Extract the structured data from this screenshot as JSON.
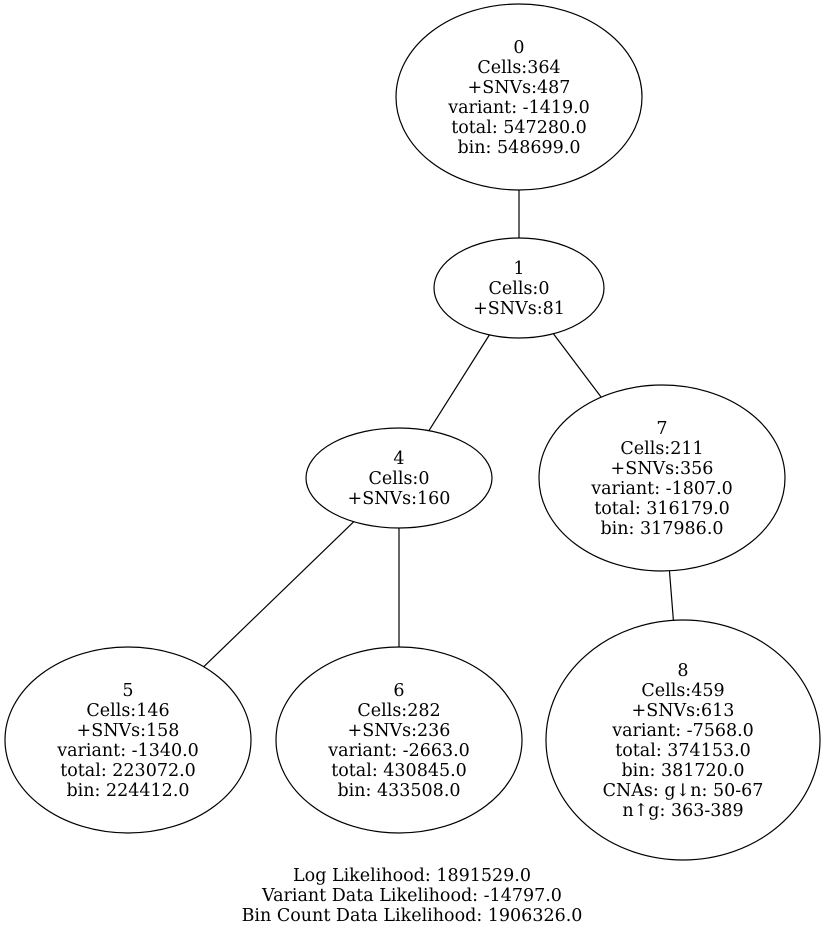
{
  "tree": {
    "nodes": [
      {
        "id": "0",
        "lines": [
          "0",
          "Cells:364",
          "+SNVs:487",
          "variant: -1419.0",
          "total: 547280.0",
          "bin: 548699.0"
        ]
      },
      {
        "id": "1",
        "lines": [
          "1",
          "Cells:0",
          "+SNVs:81"
        ]
      },
      {
        "id": "4",
        "lines": [
          "4",
          "Cells:0",
          "+SNVs:160"
        ]
      },
      {
        "id": "7",
        "lines": [
          "7",
          "Cells:211",
          "+SNVs:356",
          "variant: -1807.0",
          "total: 316179.0",
          "bin: 317986.0"
        ]
      },
      {
        "id": "5",
        "lines": [
          "5",
          "Cells:146",
          "+SNVs:158",
          "variant: -1340.0",
          "total: 223072.0",
          "bin: 224412.0"
        ]
      },
      {
        "id": "6",
        "lines": [
          "6",
          "Cells:282",
          "+SNVs:236",
          "variant: -2663.0",
          "total: 430845.0",
          "bin: 433508.0"
        ]
      },
      {
        "id": "8",
        "lines": [
          "8",
          "Cells:459",
          "+SNVs:613",
          "variant: -7568.0",
          "total: 374153.0",
          "bin: 381720.0",
          "CNAs: g↓n: 50-67",
          "n↑g: 363-389"
        ]
      }
    ],
    "edges": [
      {
        "from": "0",
        "to": "1"
      },
      {
        "from": "1",
        "to": "4"
      },
      {
        "from": "1",
        "to": "7"
      },
      {
        "from": "4",
        "to": "5"
      },
      {
        "from": "4",
        "to": "6"
      },
      {
        "from": "7",
        "to": "8"
      }
    ]
  },
  "footer": {
    "log_likelihood": "Log Likelihood: 1891529.0",
    "variant_likelihood": "Variant Data Likelihood: -14797.0",
    "bin_count_likelihood": "Bin Count Data Likelihood: 1906326.0"
  }
}
